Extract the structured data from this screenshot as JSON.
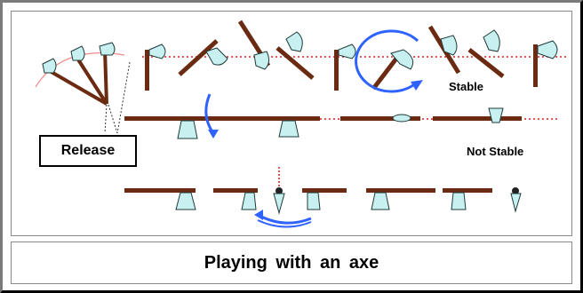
{
  "diagram": {
    "caption": "Playing with an axe",
    "release_label": "Release",
    "stable_label": "Stable",
    "not_stable_label": "Not Stable",
    "colors": {
      "handle": "#6b2b12",
      "blade": "#c8f0f0",
      "blade_outline": "#1f3a3a",
      "arrow": "#2f63ff",
      "dotted_line": "#e21b1b",
      "arc": "#f28a8a"
    }
  }
}
